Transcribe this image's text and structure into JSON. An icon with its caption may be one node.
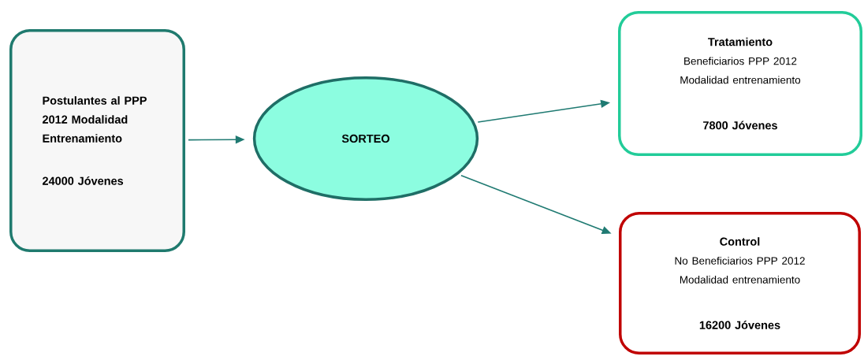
{
  "diagram": {
    "nodes": [
      {
        "text": [
          "Postulantes al PPP 2012 Modalidad Entrenamiento",
          "24000 Jóvenes"
        ]
      },
      {
        "text": [
          "SORTEO"
        ]
      },
      {
        "text": [
          "Tratamiento",
          "Beneficiarios PPP 2012 Modalidad entrenamiento",
          "7800 Jóvenes"
        ]
      },
      {
        "text": [
          "Control",
          "No Beneficiarios PPP 2012 Modalidad entrenamiento",
          "16200 Jóvenes"
        ]
      }
    ],
    "edges": [
      {
        "from": 0,
        "to": 1,
        "arrow": "to"
      },
      {
        "from": 1,
        "to": 2,
        "arrow": "to"
      },
      {
        "from": 1,
        "to": 3,
        "arrow": "to"
      }
    ]
  }
}
